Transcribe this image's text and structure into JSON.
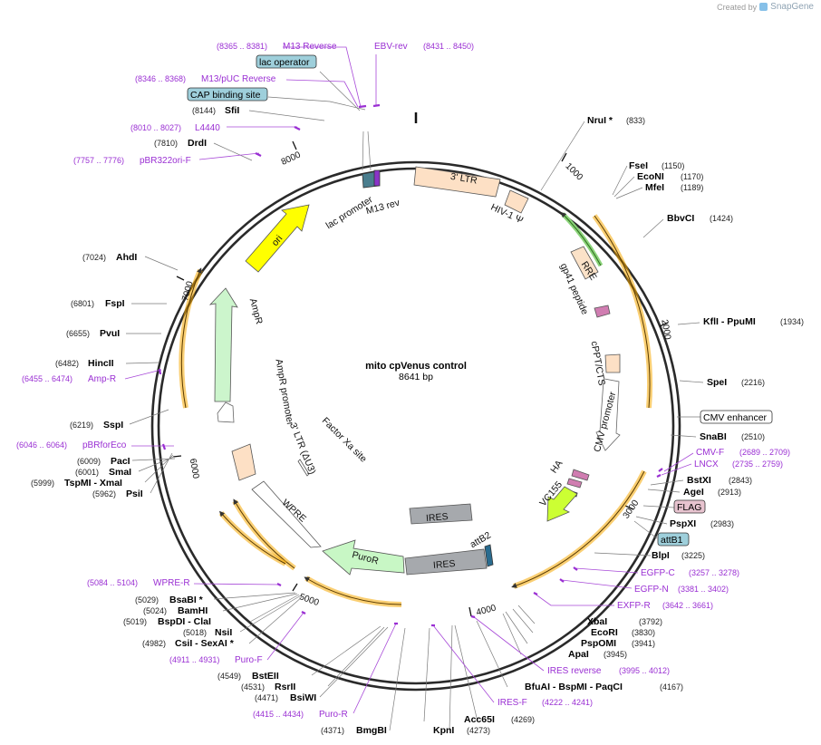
{
  "brand": {
    "created_by": "Created by",
    "product": "SnapGene"
  },
  "plasmid": {
    "name": "mito cpVenus control",
    "size": "8641 bp",
    "length": 8641
  },
  "enzymes": [
    {
      "name": "NruI *",
      "pos": "(833)"
    },
    {
      "name": "FseI",
      "pos": "(1150)"
    },
    {
      "name": "EcoNI",
      "pos": "(1170)"
    },
    {
      "name": "MfeI",
      "pos": "(1189)"
    },
    {
      "name": "BbvCI",
      "pos": "(1424)"
    },
    {
      "name": "KflI  - PpuMI",
      "pos": "(1934)"
    },
    {
      "name": "SpeI",
      "pos": "(2216)"
    },
    {
      "name": "SnaBI",
      "pos": "(2510)"
    },
    {
      "name": "BstXI",
      "pos": "(2843)"
    },
    {
      "name": "AgeI",
      "pos": "(2913)"
    },
    {
      "name": "PspXI",
      "pos": "(2983)"
    },
    {
      "name": "BlpI",
      "pos": "(3225)"
    },
    {
      "name": "XbaI",
      "pos": "(3792)"
    },
    {
      "name": "EcoRI",
      "pos": "(3830)"
    },
    {
      "name": "PspOMI",
      "pos": "(3941)"
    },
    {
      "name": "ApaI",
      "pos": "(3945)"
    },
    {
      "name": "BfuAI  - BspMI  - PaqCI",
      "pos": "(4167)"
    },
    {
      "name": "Acc65I",
      "pos": "(4269)"
    },
    {
      "name": "KpnI",
      "pos": "(4273)"
    },
    {
      "name": "BmgBI",
      "pos": "(4371)"
    },
    {
      "name": "BsiWI",
      "pos": "(4471)"
    },
    {
      "name": "RsrII",
      "pos": "(4531)"
    },
    {
      "name": "BstEII",
      "pos": "(4549)"
    },
    {
      "name": "CsiI  - SexAI *",
      "pos": "(4982)"
    },
    {
      "name": "NsiI",
      "pos": "(5018)"
    },
    {
      "name": "BspDI  - ClaI",
      "pos": "(5019)"
    },
    {
      "name": "BamHI",
      "pos": "(5024)"
    },
    {
      "name": "BsaBI *",
      "pos": "(5029)"
    },
    {
      "name": "PsiI",
      "pos": "(5962)"
    },
    {
      "name": "TspMI  - XmaI",
      "pos": "(5999)"
    },
    {
      "name": "SmaI",
      "pos": "(6001)"
    },
    {
      "name": "PacI",
      "pos": "(6009)"
    },
    {
      "name": "SspI",
      "pos": "(6219)"
    },
    {
      "name": "HincII",
      "pos": "(6482)"
    },
    {
      "name": "PvuI",
      "pos": "(6655)"
    },
    {
      "name": "FspI",
      "pos": "(6801)"
    },
    {
      "name": "AhdI",
      "pos": "(7024)"
    },
    {
      "name": "DrdI",
      "pos": "(7810)"
    },
    {
      "name": "SfiI",
      "pos": "(8144)"
    }
  ],
  "primers": [
    {
      "name": "M13 Reverse",
      "pos": "(8365 .. 8381)"
    },
    {
      "name": "EBV-rev",
      "pos": "(8431 .. 8450)"
    },
    {
      "name": "M13/pUC Reverse",
      "pos": "(8346 .. 8368)"
    },
    {
      "name": "L4440",
      "pos": "(8010 .. 8027)"
    },
    {
      "name": "pBR322ori-F",
      "pos": "(7757 .. 7776)"
    },
    {
      "name": "Amp-R",
      "pos": "(6455 .. 6474)"
    },
    {
      "name": "pBRforEco",
      "pos": "(6046 .. 6064)"
    },
    {
      "name": "CMV-F",
      "pos": "(2689 .. 2709)"
    },
    {
      "name": "LNCX",
      "pos": "(2735 .. 2759)"
    },
    {
      "name": "EGFP-C",
      "pos": "(3257 .. 3278)"
    },
    {
      "name": "EGFP-N",
      "pos": "(3381 .. 3402)"
    },
    {
      "name": "EXFP-R",
      "pos": "(3642 .. 3661)"
    },
    {
      "name": "IRES reverse",
      "pos": "(3995 .. 4012)"
    },
    {
      "name": "IRES-F",
      "pos": "(4222 .. 4241)"
    },
    {
      "name": "WPRE-R",
      "pos": "(5084 .. 5104)"
    },
    {
      "name": "Puro-F",
      "pos": "(4911 .. 4931)"
    },
    {
      "name": "Puro-R",
      "pos": "(4415 .. 4434)"
    }
  ],
  "boxed_features": [
    {
      "name": "lac operator"
    },
    {
      "name": "CAP binding site"
    },
    {
      "name": "CMV enhancer"
    },
    {
      "name": "FLAG"
    },
    {
      "name": "attB1"
    }
  ],
  "features": [
    {
      "name": "3' LTR"
    },
    {
      "name": "HIV-1 Ψ"
    },
    {
      "name": "RRE"
    },
    {
      "name": "gp41 peptide"
    },
    {
      "name": "cPPT/CTS"
    },
    {
      "name": "CMV promoter"
    },
    {
      "name": "HA"
    },
    {
      "name": "VC155"
    },
    {
      "name": "IRES"
    },
    {
      "name": "IRES"
    },
    {
      "name": "attB2"
    },
    {
      "name": "PuroR"
    },
    {
      "name": "WPRE"
    },
    {
      "name": "3' LTR (ΔU3)"
    },
    {
      "name": "Factor Xa site"
    },
    {
      "name": "AmpR promoter"
    },
    {
      "name": "AmpR"
    },
    {
      "name": "ori"
    },
    {
      "name": "lac promoter"
    },
    {
      "name": "M13 rev"
    }
  ],
  "ticks": [
    "1000",
    "2000",
    "3000",
    "4000",
    "5000",
    "6000",
    "7000",
    "8000"
  ],
  "colors": {
    "backbone": "#2a2a2a",
    "primer": "#9a2fd3",
    "ltr": "#fde0c5",
    "promoter": "#ffffff",
    "ampr": "#ccf5cc",
    "ori": "#ffff00",
    "grey_feature": "#a6a9ad",
    "orf_orange": "#f5a800",
    "box_blue": "#9ecfdb",
    "box_pink": "#e7c3cf",
    "vc155": "#ccff33",
    "puro": "#c8f7c5",
    "rre": "#fbe2c8"
  }
}
